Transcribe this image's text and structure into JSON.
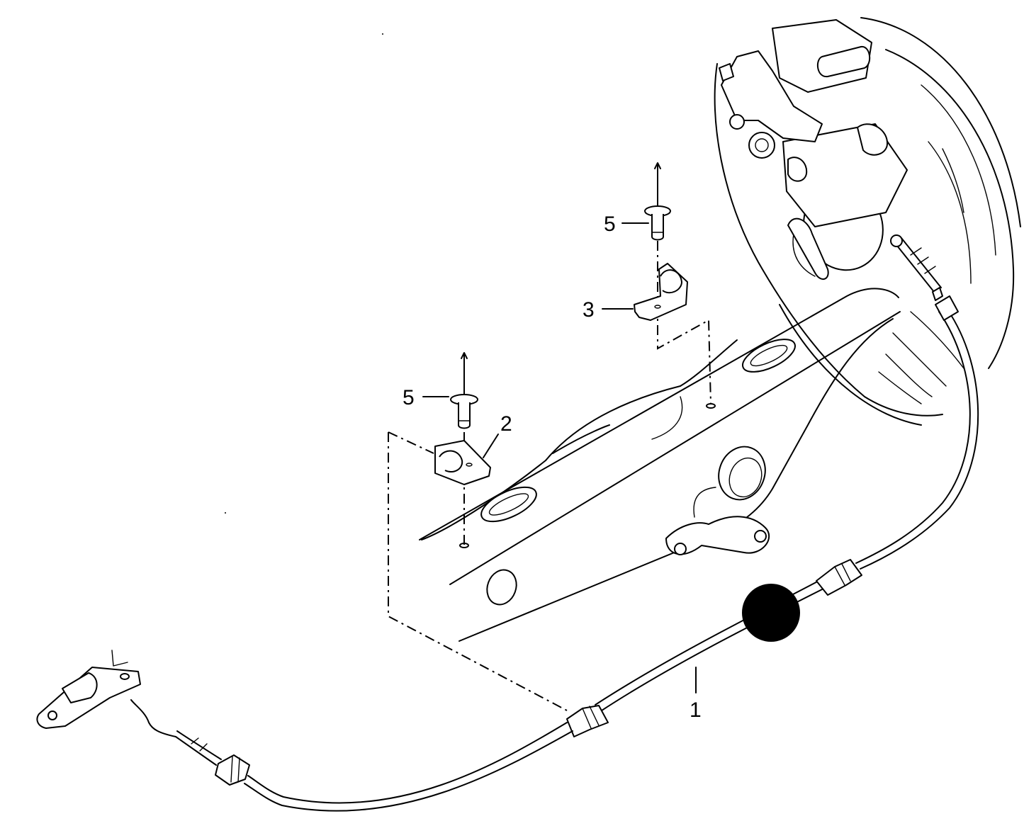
{
  "callouts": {
    "cable": "1",
    "bracket_lower": "2",
    "bracket_upper": "3",
    "rivet_lower": "5",
    "rivet_upper": "5"
  },
  "colors": {
    "line": "#000000",
    "background": "#ffffff",
    "marker": "#000000"
  }
}
